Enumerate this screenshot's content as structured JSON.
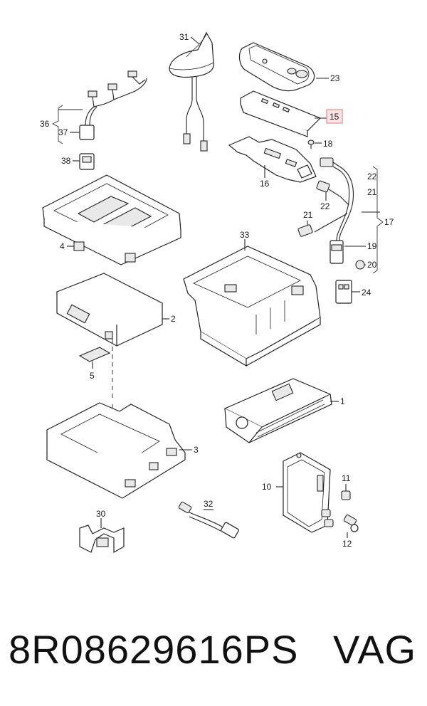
{
  "diagram": {
    "callouts": {
      "p1": "1",
      "p2": "2",
      "p3": "3",
      "p4": "4",
      "p5": "5",
      "p10": "10",
      "p11": "11",
      "p12": "12",
      "p15": "15",
      "p16": "16",
      "p17": "17",
      "p18": "18",
      "p19": "19",
      "p20": "20",
      "p21a": "21",
      "p21b": "21",
      "p22a": "22",
      "p22b": "22",
      "p23": "23",
      "p24": "24",
      "p30": "30",
      "p31": "31",
      "p32": "32",
      "p33": "33",
      "p36": "36",
      "p37": "37",
      "p38": "38"
    },
    "highlighted_callout": "15",
    "highlight_color": "#fde3e3"
  },
  "footer": {
    "part_number": "8R08629616PS",
    "brand": "VAG"
  }
}
